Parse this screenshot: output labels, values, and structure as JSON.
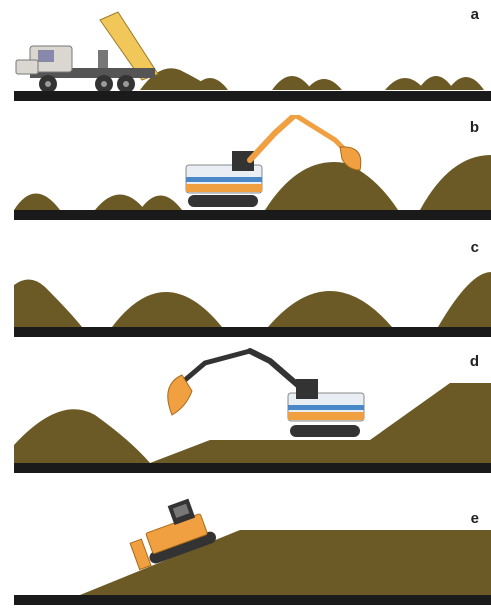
{
  "panels": [
    {
      "label": "a",
      "stage": "dump-truck-unloading"
    },
    {
      "label": "b",
      "stage": "excavator-spreading"
    },
    {
      "label": "c",
      "stage": "spaced-piles"
    },
    {
      "label": "d",
      "stage": "excavator-leveling"
    },
    {
      "label": "e",
      "stage": "bulldozer-grading"
    }
  ],
  "colors": {
    "soil": "#6b5a25",
    "soil_dark": "#4e4118",
    "ground_line": "#1a1a1a",
    "machine_orange": "#f0a040",
    "machine_body_light": "#e9eef4",
    "machine_stripe": "#4a88c8",
    "track": "#333333",
    "truck_body": "#d9d7cf",
    "truck_bed": "#f2c75a"
  }
}
